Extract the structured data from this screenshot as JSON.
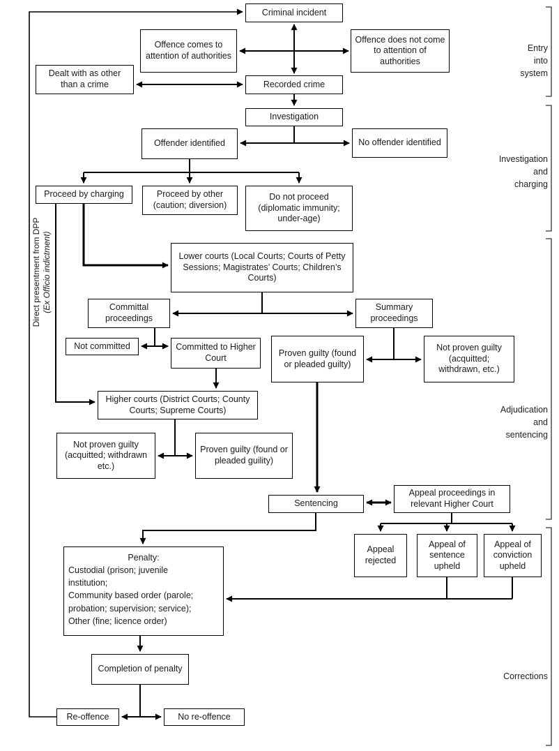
{
  "nodes": {
    "criminal_incident": "Criminal incident",
    "offence_attention": "Offence comes to attention of authorities",
    "offence_no_attention": "Offence does not come to attention of authorities",
    "dealt_other": "Dealt with as other than a crime",
    "recorded_crime": "Recorded crime",
    "investigation": "Investigation",
    "offender_identified": "Offender identified",
    "no_offender_identified": "No offender identified",
    "proceed_by_charging": "Proceed by charging",
    "proceed_by_other": "Proceed by other (caution; diversion)",
    "do_not_proceed": "Do not proceed (diplomatic immunity; under-age)",
    "lower_courts": "Lower courts (Local Courts; Courts of Petty Sessions; Magistrates’ Courts; Children’s Courts)",
    "committal_proceedings": "Committal proceedings",
    "summary_proceedings": "Summary proceedings",
    "not_committed": "Not committed",
    "committed_to_higher_court": "Committed to Higher Court",
    "proven_guilty_summary": "Proven guilty (found or pleaded guilty)",
    "not_proven_guilty_summary": "Not proven guilty (acquitted; withdrawn, etc.)",
    "higher_courts": "Higher courts (District Courts; County Courts; Supreme Courts)",
    "not_proven_guilty_higher": "Not proven guilty (acquitted; withdrawn etc.)",
    "proven_guilty_higher": "Proven guilty (found or pleaded guility)",
    "sentencing": "Sentencing",
    "appeal_proceedings": "Appeal proceedings in relevant Higher Court",
    "appeal_rejected": "Appeal rejected",
    "appeal_sentence_upheld": "Appeal of sentence upheld",
    "appeal_conviction_upheld": "Appeal of conviction upheld",
    "completion_of_penalty": "Completion of penalty",
    "re_offence": "Re-offence",
    "no_re_offence": "No re-offence"
  },
  "penalty": {
    "title": "Penalty:",
    "lines": [
      "Custodial (prison; juvenile",
      "institution;",
      "Community based order (parole;",
      "probation; supervision; service);",
      "Other (fine; licence order)"
    ]
  },
  "side_label": {
    "line1": "Direct presentment from DPP",
    "line2": "(Ex Officio indictment)"
  },
  "sections": {
    "entry": {
      "lines": [
        "Entry",
        "into",
        "system"
      ]
    },
    "investigation": {
      "lines": [
        "Investigation",
        "and",
        "charging"
      ]
    },
    "adjudication": {
      "lines": [
        "Adjudication",
        "and",
        "sentencing"
      ]
    },
    "corrections": {
      "lines": [
        "Corrections"
      ]
    }
  },
  "edges": [
    "re-offence -> criminal-incident (loop via left margin)",
    "criminal-incident <-> recorded-crime",
    "offence-comes-to-attention <-> offence-does-not-come-to-attention",
    "dealt-with-as-other-than-a-crime <-> recorded-crime",
    "recorded-crime -> investigation",
    "investigation -> offender-identified <-> no-offender-identified",
    "offender-identified -> proceed-by-charging",
    "offender-identified -> proceed-by-other",
    "offender-identified -> do-not-proceed",
    "proceed-by-charging -> lower-courts",
    "proceed-by-charging -> higher-courts (direct presentment from DPP)",
    "lower-courts -> committal-proceedings <-> summary-proceedings",
    "committal-proceedings -> not-committed <-> committed-to-higher-court",
    "summary-proceedings -> proven-guilty <-> not-proven-guilty",
    "committed-to-higher-court -> higher-courts",
    "higher-courts -> not-proven-guilty <-> proven-guilty",
    "proven-guilty -> sentencing",
    "sentencing <-> appeal-proceedings",
    "appeal-proceedings -> appeal-rejected",
    "appeal-proceedings -> appeal-of-sentence-upheld",
    "appeal-proceedings -> appeal-of-conviction-upheld",
    "appeal-upheld -> penalty",
    "sentencing -> penalty",
    "penalty -> completion-of-penalty",
    "completion-of-penalty -> re-offence <-> no-re-offence"
  ],
  "colors": {
    "line": "#000000",
    "box_border": "#000000",
    "background": "#ffffff",
    "text": "#1a1a1a"
  }
}
